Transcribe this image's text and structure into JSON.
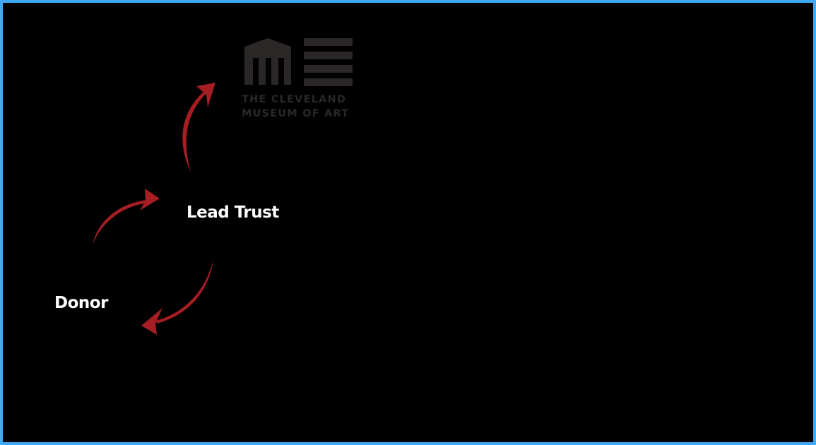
{
  "diagram": {
    "nodes": [
      {
        "id": "donor",
        "label": "Donor"
      },
      {
        "id": "lead_trust",
        "label": "Lead Trust"
      },
      {
        "id": "museum",
        "label": "The Cleveland Museum of Art (logo)"
      }
    ],
    "edges": [
      {
        "from": "donor",
        "to": "lead_trust"
      },
      {
        "from": "lead_trust",
        "to": "museum"
      },
      {
        "from": "lead_trust",
        "to": "donor"
      }
    ]
  },
  "labels": {
    "lead_trust": "Lead Trust",
    "donor": "Donor"
  },
  "logo": {
    "line1": "THE CLEVELAND",
    "line2": "MUSEUM OF ART"
  },
  "colors": {
    "background": "#000000",
    "border": "#3fa9f5",
    "arrow": "#a51e24",
    "text": "#ffffff",
    "logo": "#2b2727"
  }
}
